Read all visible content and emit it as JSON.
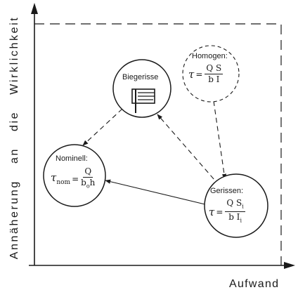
{
  "diagram": {
    "y_axis_label": "Annäherung an die Wirklichkeit",
    "x_axis_label": "Aufwand",
    "nodes": [
      {
        "id": "nominell",
        "label": "Nominell:",
        "formula": {
          "lhs": "τ_nom",
          "lhs_main": "τ",
          "lhs_sub": "nom",
          "equals": "=",
          "numerator": "Q",
          "denominator": "b₀h",
          "den_main": "b",
          "den_sub": "o",
          "den_tail": "h"
        },
        "outline": "solid"
      },
      {
        "id": "biegerisse",
        "label": "Biegerisse",
        "icon": "crack-pattern-icon",
        "outline": "solid"
      },
      {
        "id": "homogen",
        "label": "Homogen:",
        "formula": {
          "lhs": "τ",
          "equals": "=",
          "numerator": "Q S",
          "denominator": "b I"
        },
        "outline": "dashed"
      },
      {
        "id": "gerissen",
        "label": "Gerissen:",
        "formula": {
          "lhs": "τ",
          "equals": "=",
          "numerator": "Q Sᵢ",
          "num_main": "Q S",
          "num_sub": "i",
          "denominator": "b Iᵢ",
          "den_main": "b I",
          "den_sub": "i"
        },
        "outline": "solid"
      }
    ],
    "edges": [
      {
        "from": "gerissen",
        "to": "nominell",
        "style": "solid"
      },
      {
        "from": "gerissen",
        "to": "biegerisse",
        "style": "dashed"
      },
      {
        "from": "biegerisse",
        "to": "nominell",
        "style": "dashed"
      },
      {
        "from": "homogen",
        "to": "gerissen",
        "style": "dashed"
      }
    ],
    "colors": {
      "ink": "#1a1a1a",
      "background": "#ffffff"
    }
  }
}
